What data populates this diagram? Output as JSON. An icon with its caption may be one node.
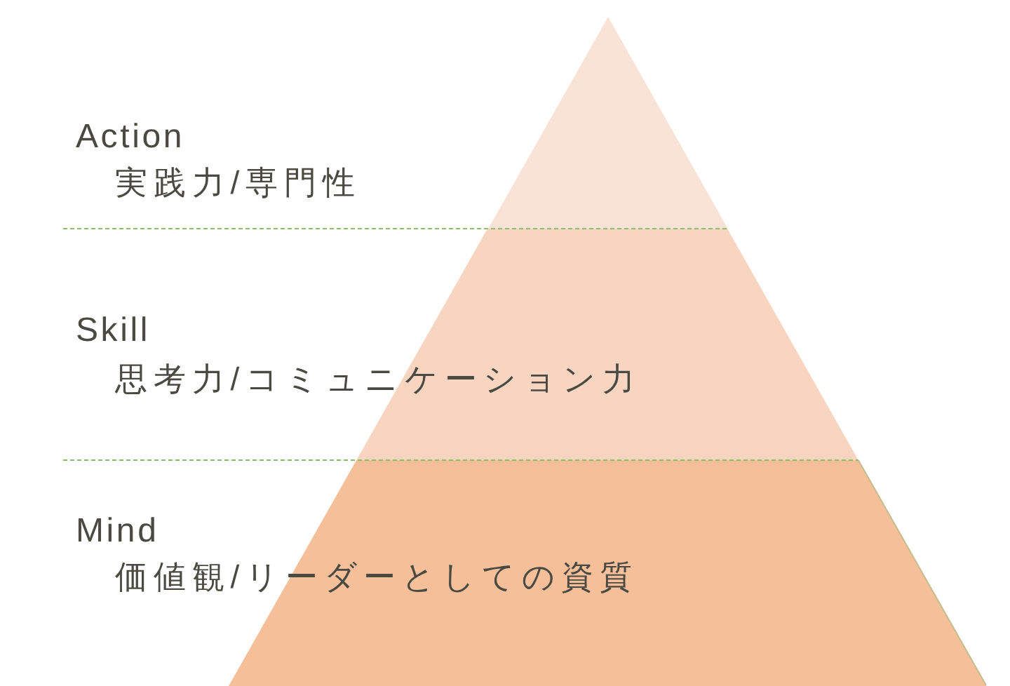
{
  "diagram": {
    "nodes": [
      {
        "text": [],
        "shape": "triangle",
        "beside": [
          "Action",
          "実践力/専門性"
        ]
      },
      {
        "text": [
          "Skill",
          "思考力/コミュニケーション力"
        ]
      },
      {
        "text": [
          "Mind",
          "価値観/リーダーとしての資質"
        ]
      }
    ]
  }
}
